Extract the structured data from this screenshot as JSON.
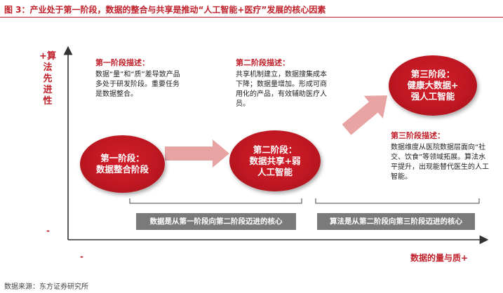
{
  "title": "图 3：产业处于第一阶段，数据的整合与共享是推动“人工智能+医疗”发展的核心因素",
  "axes": {
    "y_label": "+算法先进性",
    "y_low": "-",
    "x_label": "数据的量与质+",
    "x_low": "-"
  },
  "stages": [
    {
      "label": "第一阶段：\n数据整合阶段",
      "desc_title": "第一阶段描述：",
      "desc_text": "数据“量”和“质”差导致产品多处于研发阶段。重要任务是数据整合。"
    },
    {
      "label": "第二阶段：\n数据共享+弱\n人工智能",
      "desc_title": "第二阶段描述：",
      "desc_text": "共享机制建立，数据搜集成本下降；数据量增加。形成可商用化的产品，有效辅助医疗人员。"
    },
    {
      "label": "第三阶段：\n健康大数据+\n强人工智能",
      "desc_title": "第三阶段描述：",
      "desc_text": "数据维度从医院数据层面向“社交、饮食”等领域拓展。算法水平提升，出现能替代医生的人工智能。"
    }
  ],
  "transitions": [
    {
      "label": "数据是从第一阶段向第二阶段迈进的核心"
    },
    {
      "label": "算法是从第二阶段向第三阶段迈进的核心"
    }
  ],
  "source": "数据来源：东方证券研究所",
  "colors": {
    "accent": "#c0202a",
    "arrow": "#e8a3a3",
    "bar": "#7a7a7a",
    "axis": "#333333"
  }
}
